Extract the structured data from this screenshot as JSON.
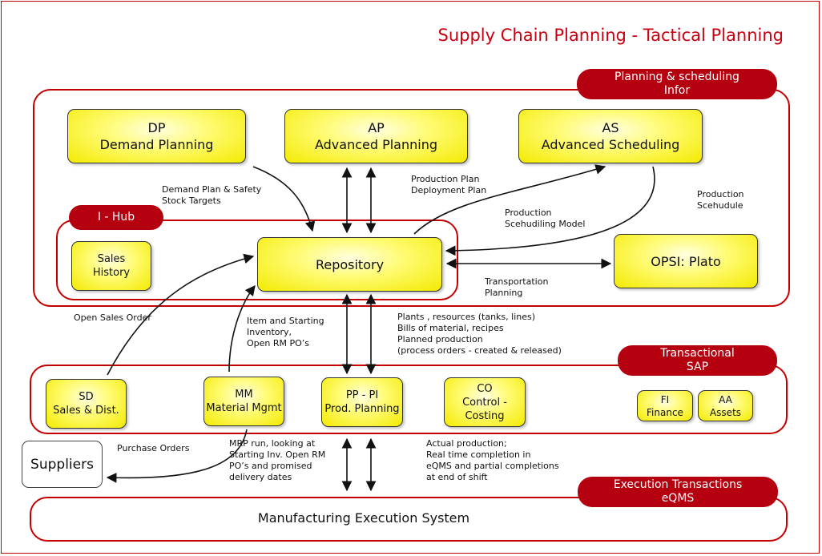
{
  "title": "Supply Chain Planning - Tactical Planning",
  "regions": {
    "planning_tag": [
      "Planning & scheduling",
      "Infor"
    ],
    "ihub_tag": "I - Hub",
    "transactional_tag": [
      "Transactional",
      "SAP"
    ],
    "execution_tag": [
      "Execution Transactions",
      "eQMS"
    ]
  },
  "boxes": {
    "dp": [
      "DP",
      "Demand Planning"
    ],
    "ap": [
      "AP",
      "Advanced Planning"
    ],
    "as": [
      "AS",
      "Advanced Scheduling"
    ],
    "sales_history": [
      "Sales",
      "History"
    ],
    "repository": "Repository",
    "opsi": "OPSI: Plato",
    "sd": [
      "SD",
      "Sales & Dist."
    ],
    "mm": [
      "MM",
      "Material Mgmt"
    ],
    "pp": [
      "PP - PI",
      "Prod.  Planning"
    ],
    "co": [
      "CO",
      "Control -",
      "Costing"
    ],
    "fi": [
      "FI",
      "Finance"
    ],
    "aa": [
      "AA",
      "Assets"
    ],
    "suppliers": "Suppliers",
    "mes": "Manufacturing Execution System"
  },
  "labels": {
    "demand_plan": [
      "Demand Plan & Safety",
      "Stock Targets"
    ],
    "production_plan": [
      "Production Plan",
      "Deployment Plan"
    ],
    "production_schedule": [
      "Production",
      "Scehudule"
    ],
    "production_model": [
      "Production",
      "Scehudiling Model"
    ],
    "transportation": [
      "Transportation",
      "Planning"
    ],
    "open_sales_order": "Open Sales Order",
    "item_starting": [
      "Item and Starting",
      "Inventory,",
      "Open RM PO’s"
    ],
    "plants": [
      "Plants , resources (tanks, lines)",
      "Bills of material, recipes",
      "Planned production",
      "(process orders - created & released)"
    ],
    "purchase_orders": "Purchase Orders",
    "mrp_run": [
      "MRP run, looking at",
      "Starting Inv. Open RM",
      "PO’s and promised",
      "delivery dates"
    ],
    "actual_production": [
      "Actual production;",
      "Real time completion in",
      "eQMS and partial completions",
      "at end of shift"
    ]
  }
}
